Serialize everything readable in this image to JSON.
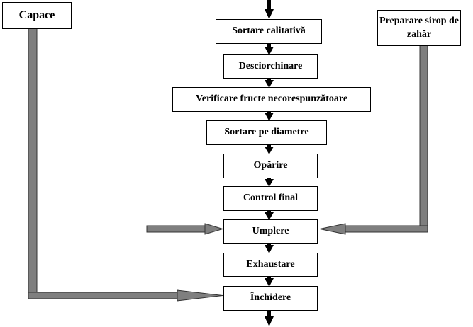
{
  "side_inputs": {
    "left_label": "Capace",
    "right_label": "Preparare sirop de zahăr"
  },
  "steps": [
    {
      "id": "sortare-calitativa",
      "label": "Sortare calitativă"
    },
    {
      "id": "desciorchinare",
      "label": "Desciorchinare"
    },
    {
      "id": "verificare-fructe",
      "label": "Verificare fructe necorespunzătoare"
    },
    {
      "id": "sortare-diametre",
      "label": "Sortare pe diametre"
    },
    {
      "id": "oparire",
      "label": "Opărire"
    },
    {
      "id": "control-final",
      "label": "Control final"
    },
    {
      "id": "umplere",
      "label": "Umplere"
    },
    {
      "id": "exhaustare",
      "label": "Exhaustare"
    },
    {
      "id": "inchidere",
      "label": "Închidere"
    }
  ],
  "colors": {
    "flow_arrow": "#000000",
    "feed_pipe": "#7f7f7f",
    "box_border": "#000000"
  }
}
